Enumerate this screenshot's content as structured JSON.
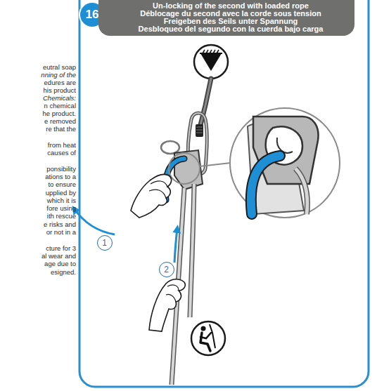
{
  "diagram": {
    "nodes": [
      {
        "text": [
          "16"
        ]
      },
      {
        "text": [
          "Un-locking of the second with loaded rope",
          "Déblocage du second avec la corde sous tension",
          "Freigeben des Seils unter Spannung",
          "Desbloqueo del segundo con la cuerda bajo carga"
        ]
      },
      {
        "text": [
          "1"
        ]
      },
      {
        "text": [
          "2"
        ]
      }
    ],
    "labels": [
      "eutral soap",
      "nning of the",
      "edures are",
      "his product",
      "Chemicals:",
      "n chemical",
      "he product.",
      "e removed",
      "re that the",
      "from heat",
      "causes of",
      "ponsibility",
      "ations to a",
      "to ensure",
      "upplied by",
      "which it is",
      "fore using",
      "ith rescue",
      "e risks and",
      "or not in a",
      "cture for 3",
      "al wear and",
      "age due to",
      "esigned."
    ]
  }
}
